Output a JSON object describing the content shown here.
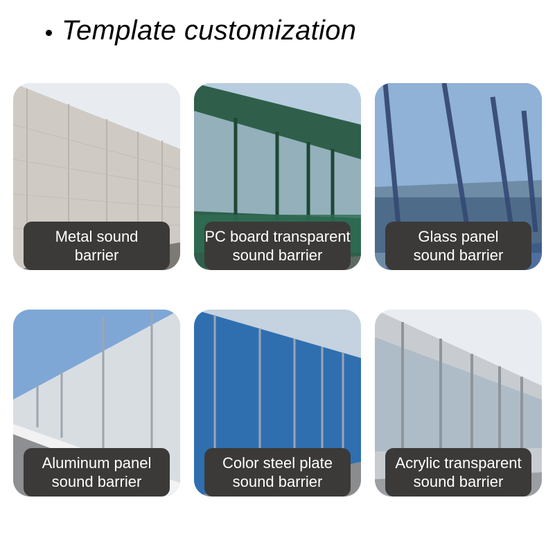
{
  "header": {
    "title": "Template customization"
  },
  "cards": [
    {
      "line1": "Metal sound",
      "line2": "barrier",
      "scene": "metal-barrier"
    },
    {
      "line1": "PC board transparent",
      "line2": "sound barrier",
      "scene": "pc-board-barrier"
    },
    {
      "line1": "Glass panel",
      "line2": "sound barrier",
      "scene": "glass-panel-barrier"
    },
    {
      "line1": "Aluminum panel",
      "line2": "sound barrier",
      "scene": "aluminum-panel-barrier"
    },
    {
      "line1": "Color steel plate",
      "line2": "sound barrier",
      "scene": "color-steel-barrier"
    },
    {
      "line1": "Acrylic transparent",
      "line2": "sound barrier",
      "scene": "acrylic-barrier"
    }
  ],
  "colors": {
    "label_bg": "#3b3a38",
    "label_text": "#ffffff",
    "title_text": "#000000"
  }
}
